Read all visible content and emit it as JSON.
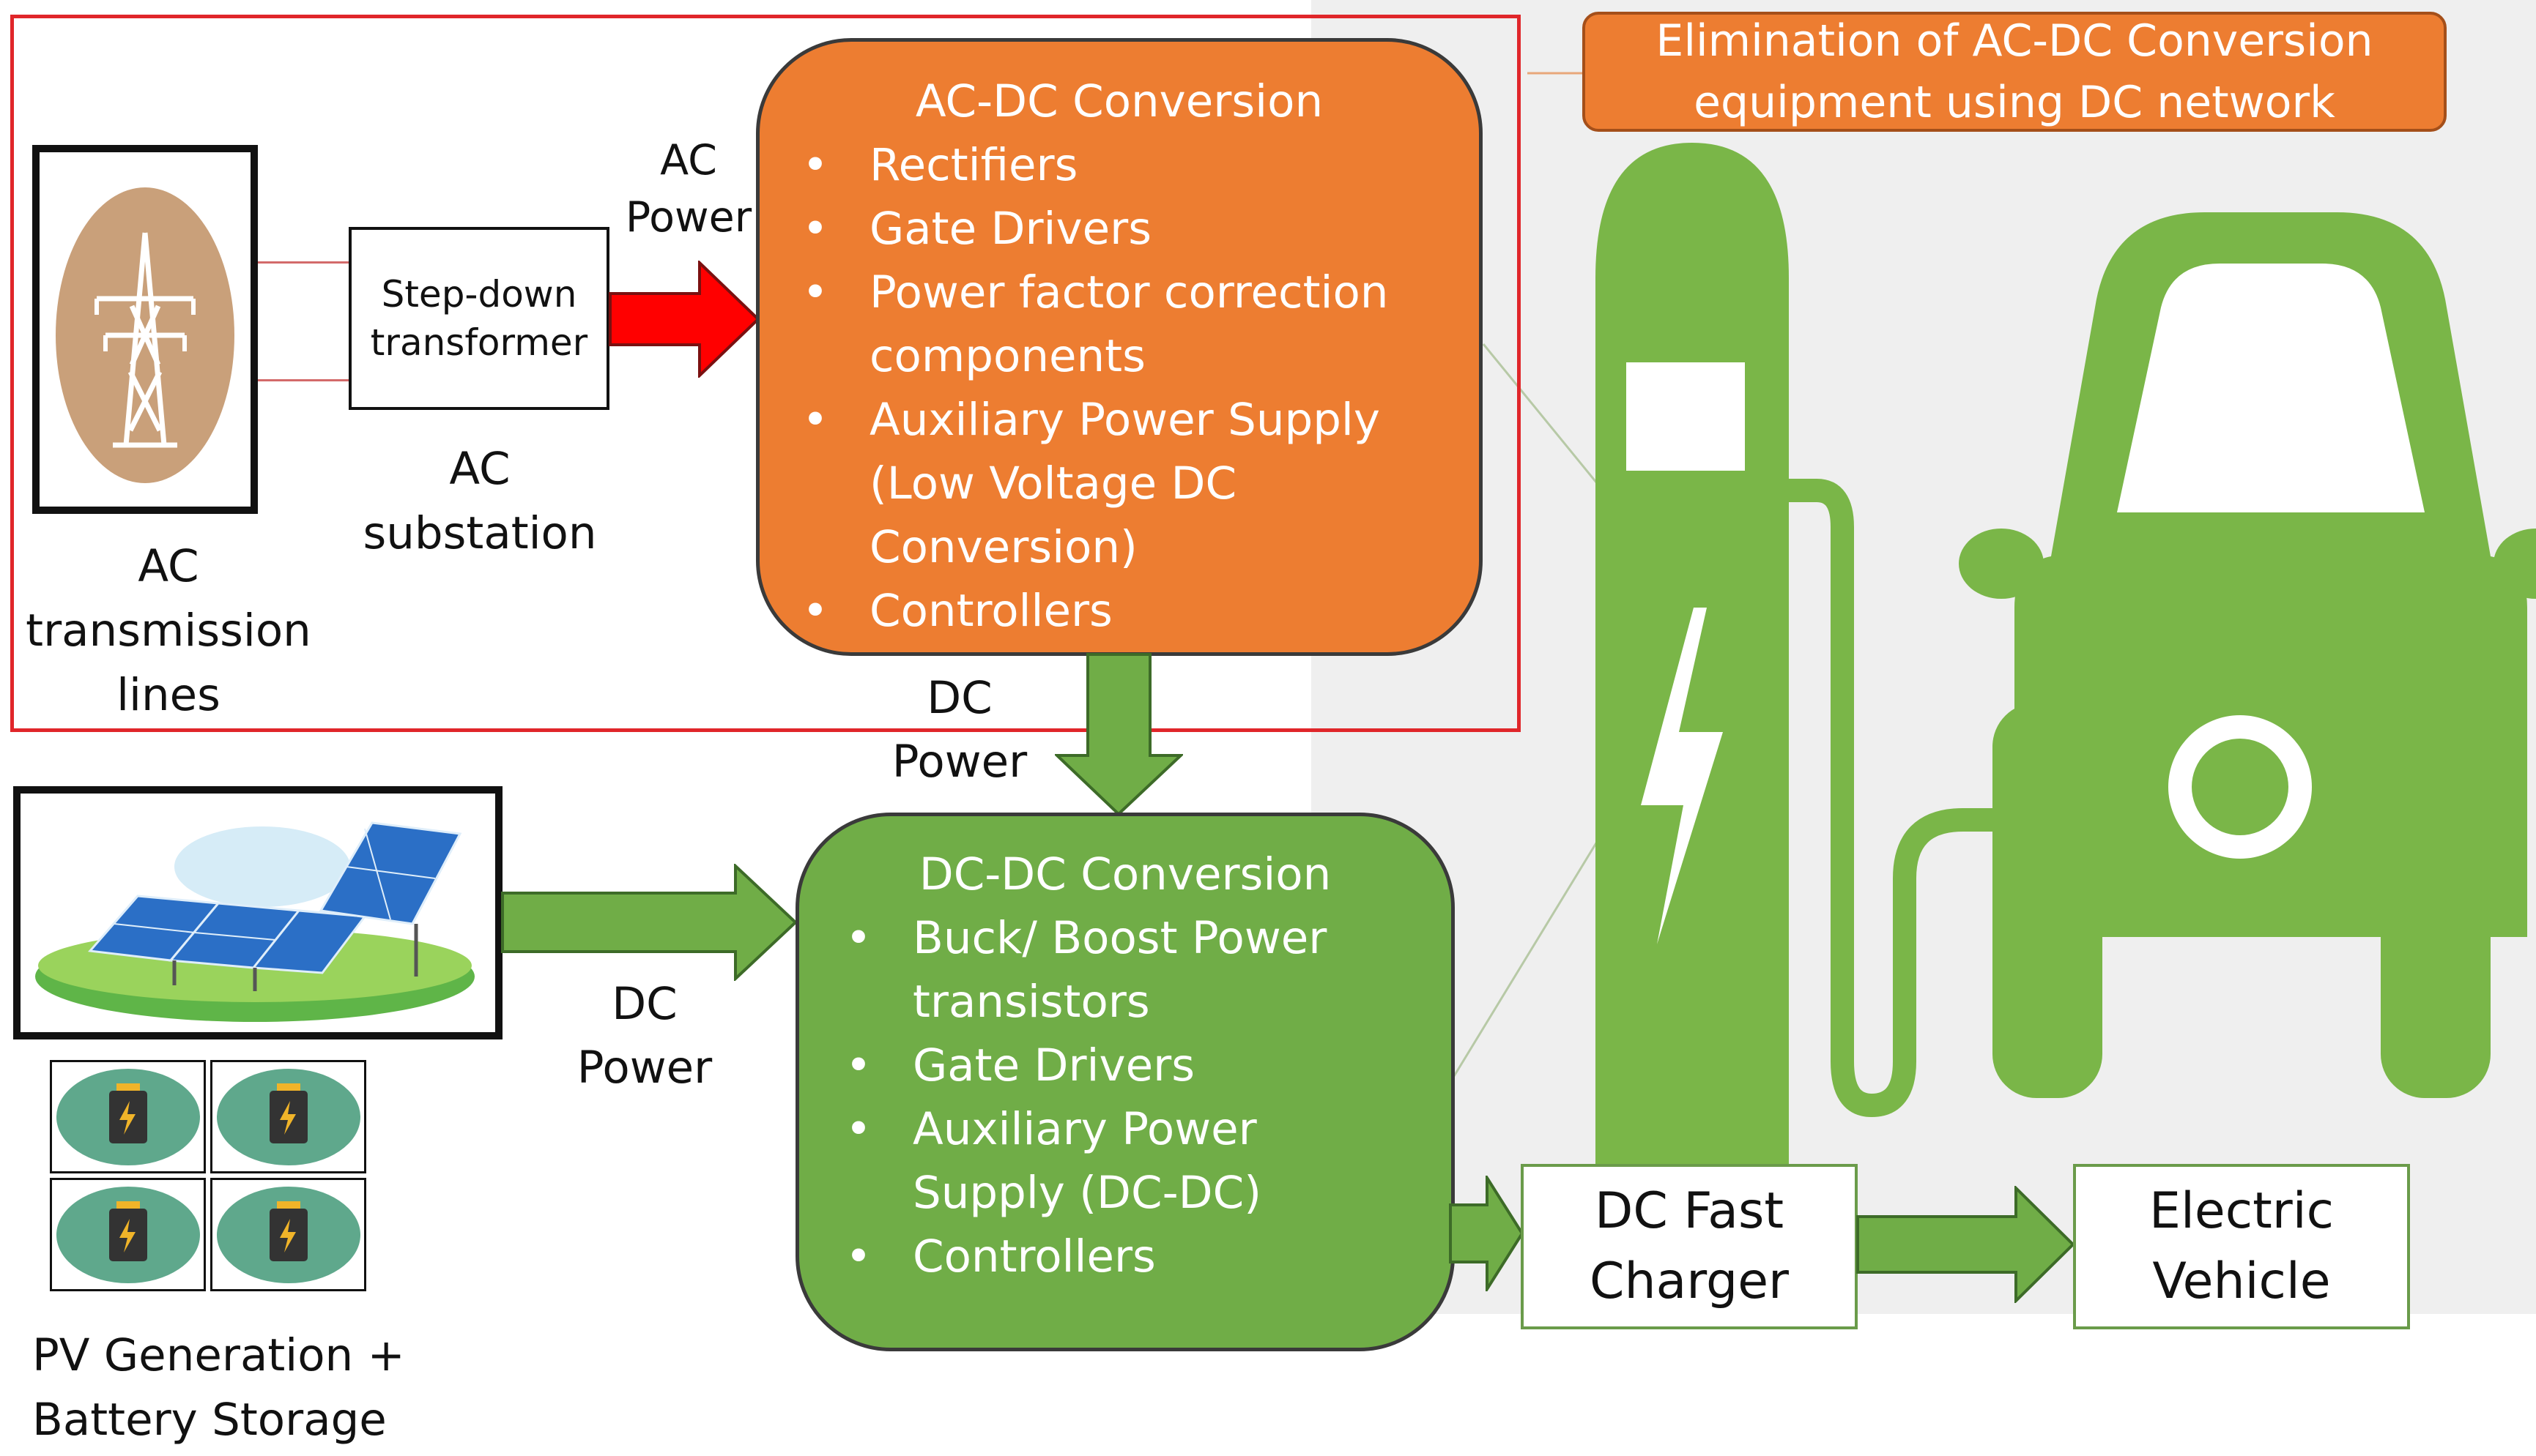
{
  "colors": {
    "orange": "#ed7d31",
    "green": "#70ad47",
    "ev_green": "#7ab648",
    "red_frame": "#e0262a",
    "red_arrow": "#ff0000",
    "panel_bg": "#eeeeee"
  },
  "icons": [
    "transmission-tower-icon",
    "solar-panel-icon",
    "battery-icon",
    "ev-charger-icon",
    "electric-car-icon"
  ],
  "banner": {
    "text": "Elimination of AC-DC Conversion equipment using DC network"
  },
  "ac_section": {
    "tower_label": "AC transmission lines",
    "transformer_label": "Step-down transformer",
    "substation_label": "AC substation",
    "ac_power_label": "AC Power"
  },
  "acdc_box": {
    "title": "AC-DC Conversion",
    "items": [
      "Rectifiers",
      "Gate Drivers",
      "Power factor correction components",
      "Auxiliary Power Supply (Low Voltage DC Conversion)",
      "Controllers"
    ]
  },
  "dc_power_label_top": "DC Power",
  "pv_section": {
    "label": "PV Generation + Battery Storage",
    "dc_power_label": "DC Power"
  },
  "dcdc_box": {
    "title": "DC-DC Conversion",
    "items": [
      "Buck/ Boost Power transistors",
      "Gate Drivers",
      "Auxiliary Power Supply (DC-DC)",
      "Controllers"
    ]
  },
  "charger_box": {
    "label": "DC Fast Charger"
  },
  "ev_box": {
    "label": "Electric Vehicle"
  }
}
